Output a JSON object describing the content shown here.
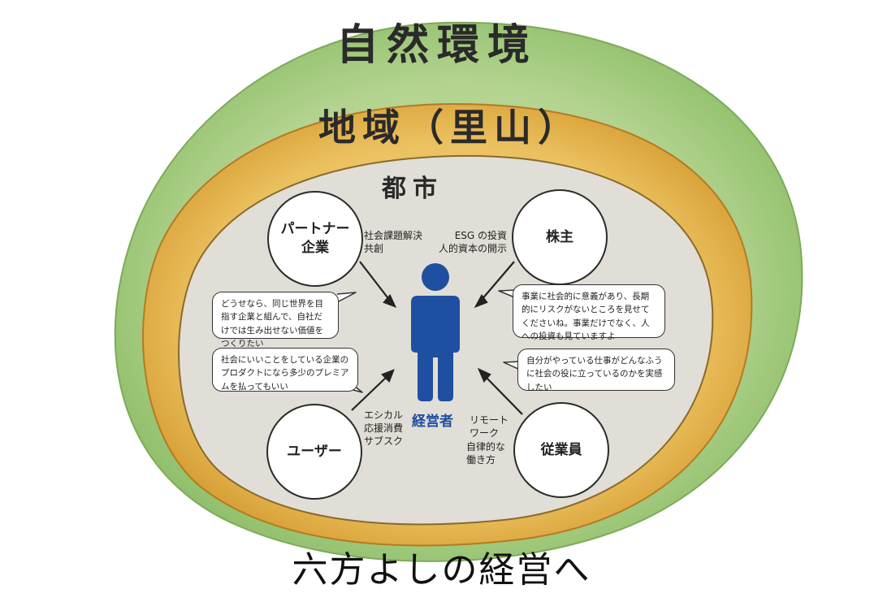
{
  "rings": {
    "outer_label": "自然環境",
    "middle_label": "地域（里山）",
    "inner_label": "都市"
  },
  "center": {
    "label": "経営者",
    "icon": "person-icon",
    "color": "#1f4fa0"
  },
  "stakeholders": {
    "partner": "パートナー\n企業",
    "shareholder": "株主",
    "user": "ユーザー",
    "employee": "従業員"
  },
  "tags": {
    "partner": "社会課題解決\n共創",
    "shareholder": "ESG の投資\n人的資本の開示",
    "user": "エシカル\n応援消費\nサブスク",
    "employee_remote": "リモート\nワーク",
    "employee_autonomy": "自律的な\n働き方"
  },
  "bubbles": {
    "partner": "どうせなら、同じ世界を目指す企業と組んで、自社だけでは生み出せない価値をつくりたい",
    "shareholder": "事業に社会的に意義があり、長期的にリスクがないところを見せてくださいね。事業だけでなく、人への投資も見ていますよ",
    "user": "社会にいいことをしている企業のプロダクトになら多少のプレミアムを払ってもいい",
    "employee": "自分がやっている仕事がどんなふうに社会の役に立っているのかを実感したい"
  },
  "footer": {
    "title": "六方よしの経営へ"
  },
  "colors": {
    "outer_ring": "#a9cc86",
    "middle_ring": "#e7b94f",
    "inner_area": "#e0ded6",
    "person": "#1f4fa0"
  }
}
